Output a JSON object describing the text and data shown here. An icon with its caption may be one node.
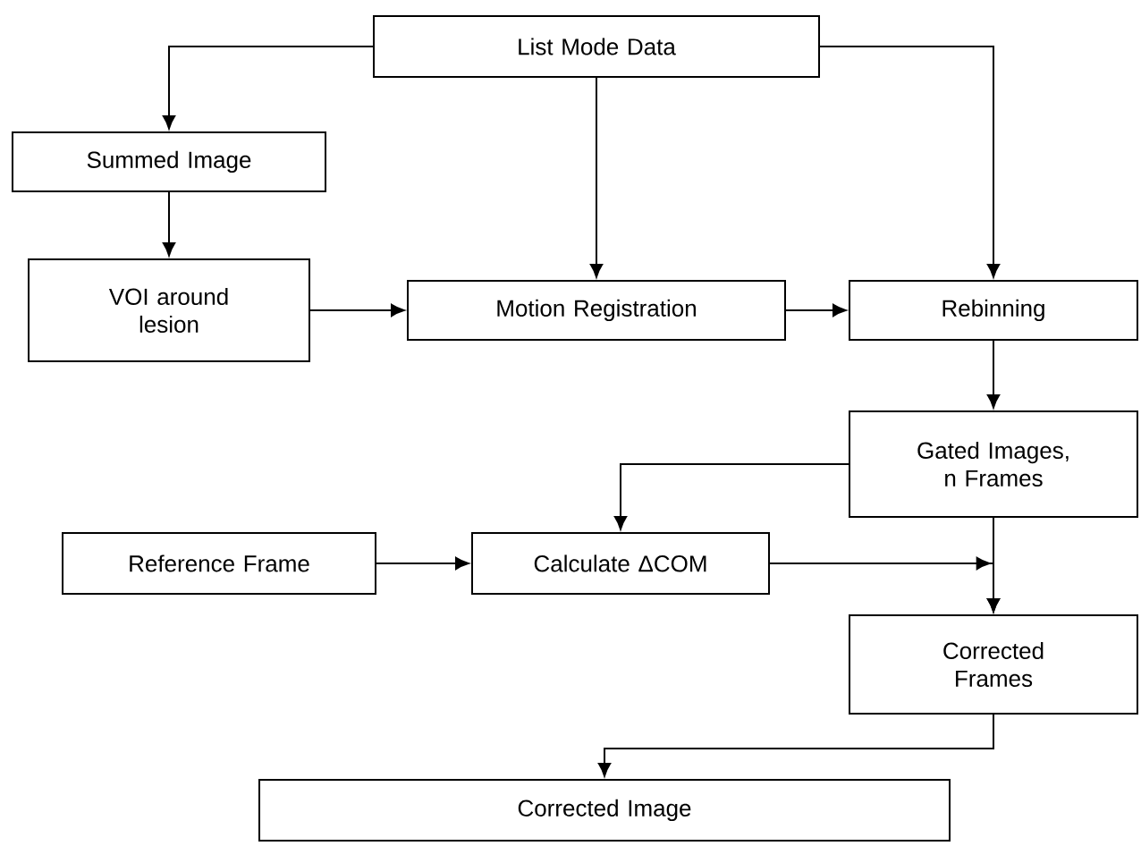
{
  "diagram": {
    "nodes": [
      {
        "text": [
          "List Mode Data"
        ]
      },
      {
        "text": [
          "Summed Image"
        ]
      },
      {
        "text": [
          "VOI around lesion"
        ]
      },
      {
        "text": [
          "Motion Registration"
        ]
      },
      {
        "text": [
          "Rebinning"
        ]
      },
      {
        "text": [
          "Gated Images, n Frames"
        ]
      },
      {
        "text": [
          "Reference Frame"
        ]
      },
      {
        "text": [
          "Calculate ΔCOM"
        ]
      },
      {
        "text": [
          "Corrected Frames"
        ]
      },
      {
        "text": [
          "Corrected Image"
        ]
      }
    ],
    "edges": [
      {
        "from": 0,
        "to": 1,
        "arrow": "to"
      },
      {
        "from": 0,
        "to": 3,
        "arrow": "to"
      },
      {
        "from": 0,
        "to": 4,
        "arrow": "to"
      },
      {
        "from": 1,
        "to": 2,
        "arrow": "to"
      },
      {
        "from": 2,
        "to": 3,
        "arrow": "to"
      },
      {
        "from": 3,
        "to": 4,
        "arrow": "to"
      },
      {
        "from": 4,
        "to": 5,
        "arrow": "to"
      },
      {
        "from": 5,
        "to": 7,
        "arrow": "to"
      },
      {
        "from": 6,
        "to": 7,
        "arrow": "to"
      },
      {
        "from": 7,
        "to": 8,
        "arrow": "to"
      },
      {
        "from": 5,
        "to": 8,
        "arrow": "to"
      },
      {
        "from": 8,
        "to": 9,
        "arrow": "to"
      }
    ]
  }
}
